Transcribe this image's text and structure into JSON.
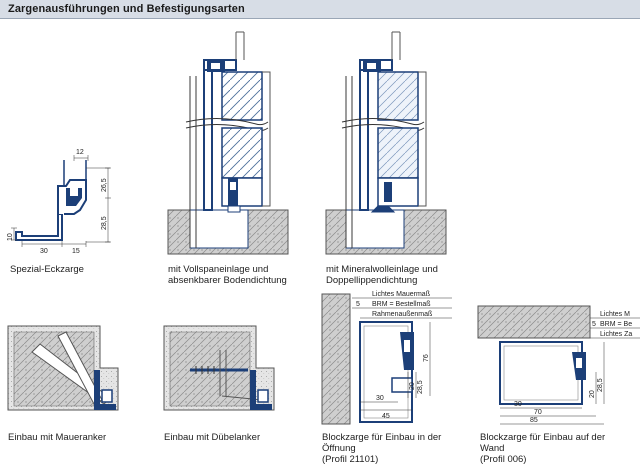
{
  "header": {
    "title": "Zargenausführungen und Befestigungsarten"
  },
  "captions": {
    "spezial": "Spezial-Eckzarge",
    "vollspan": [
      "mit Vollspaneinlage und",
      "absenkbarer Bodendichtung"
    ],
    "mineral": [
      "mit Mineralwolleinlage und",
      "Doppellippendichtung"
    ],
    "maueranker": "Einbau mit Maueranker",
    "duebel": "Einbau mit Dübelanker",
    "block_oeffnung": [
      "Blockzarge für Einbau in der",
      "Öffnung",
      "(Profil 21101)"
    ],
    "block_wand": [
      "Blockzarge für Einbau auf der",
      "Wand",
      "(Profil 006)"
    ]
  },
  "dims_spezial": {
    "d12": "12",
    "d26": "26,5",
    "d28": "28,5",
    "d10": "10",
    "d30": "30",
    "d15": "15"
  },
  "dims_block1": {
    "lichtes": "Lichtes Mauermaß",
    "brm": "BRM = Bestellmaß",
    "rahmen": "Rahmenaußenmaß",
    "d5": "5",
    "d76": "76",
    "d20": "20",
    "d285": "28,5",
    "d30": "30",
    "d45": "45"
  },
  "dims_block2": {
    "lichtes": "Lichtes M",
    "brm": "BRM = Be",
    "lichtes2": "Lichtes Za",
    "d5": "5",
    "d285": "28,5",
    "d20": "20",
    "d30": "30",
    "d70": "70",
    "d85": "85"
  }
}
